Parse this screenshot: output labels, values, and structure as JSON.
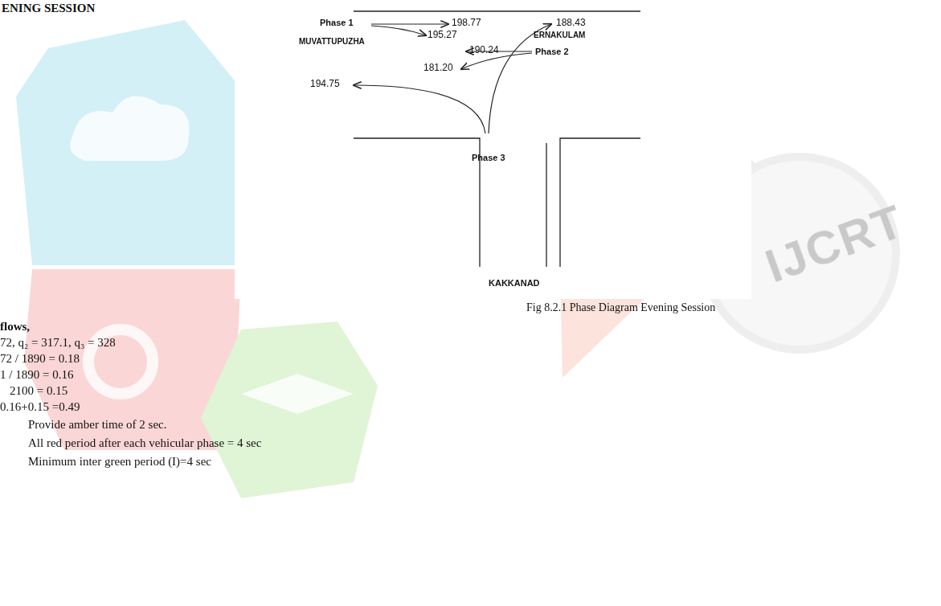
{
  "diagram": {
    "title": "ENING SESSION",
    "caption": "Fig 8.2.1 Phase Diagram Evening Session",
    "labels": [
      "Phase 1",
      "198.77",
      "195.27",
      "188.43",
      "MUVATTUPUZHA",
      "ERNAKULAM",
      "190.24",
      "Phase 2",
      "194.75",
      "181.20",
      "Phase 3",
      "KAKKANAD",
      "flows,",
      "72, q₂ = 317.1, q₃ = 328",
      "72 / 1890 = 0.18",
      "1 / 1890 = 0.16",
      "2100 = 0.15",
      "0.16+0.15 =0.49",
      "Provide amber time of 2 sec.",
      "All red period after each vehicular phase = 4 sec",
      "Minimum inter green period (I)=4 sec",
      "IJCRT"
    ]
  }
}
